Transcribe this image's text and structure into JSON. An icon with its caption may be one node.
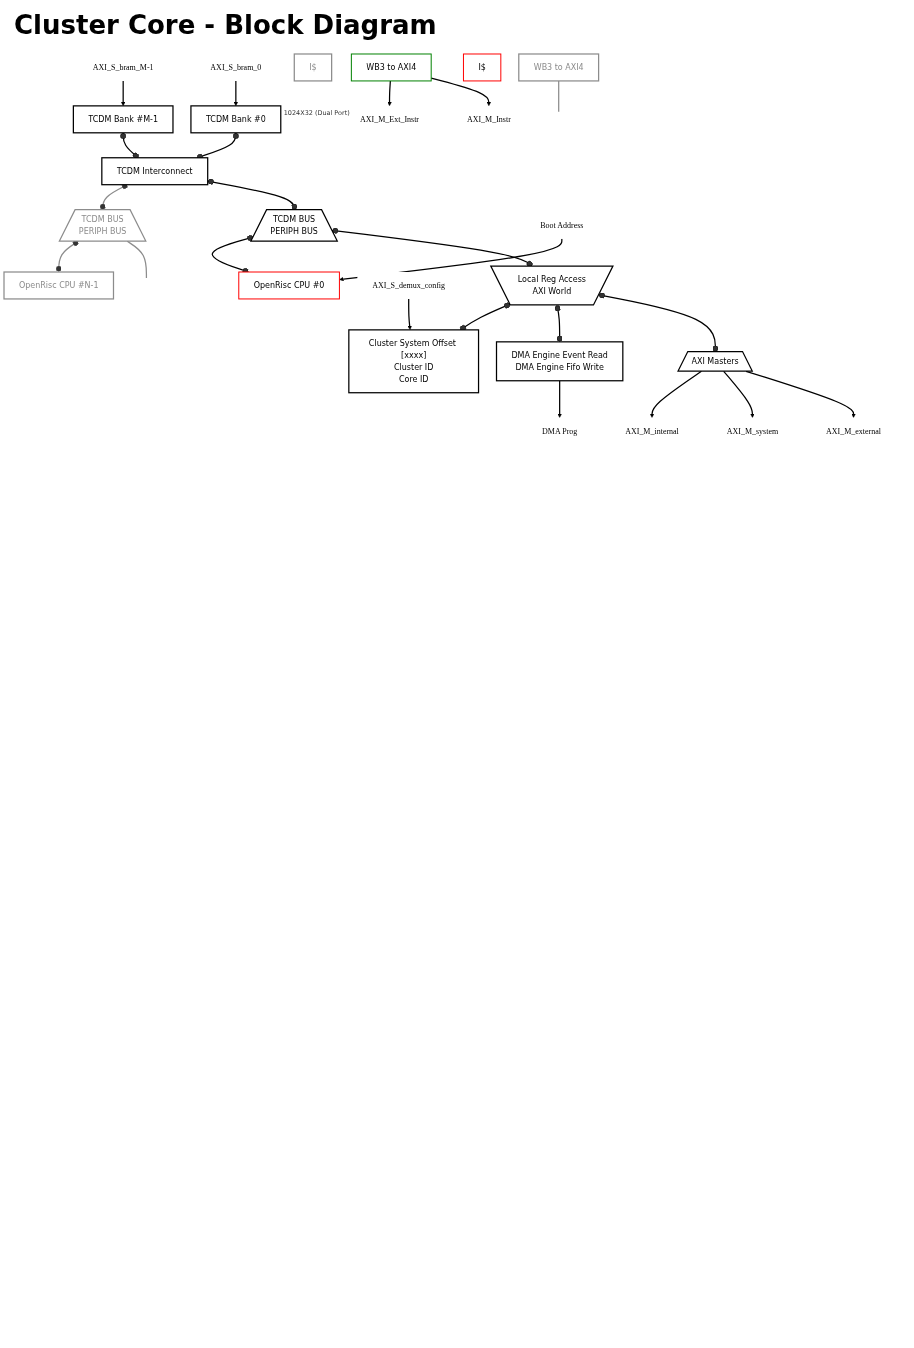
{
  "diagram": {
    "title": "Cluster Core - Block Diagram",
    "nodes": [
      {
        "text": [
          "TCDM Interconnect"
        ]
      },
      {
        "text": [
          "TCDM Bank #M-1"
        ]
      },
      {
        "text": [
          "TCDM Bank #0"
        ],
        "beside": [
          "1024X32 (Dual Port)"
        ]
      },
      {
        "text": [
          "AXI_S_bram_M-1"
        ]
      },
      {
        "text": [
          "AXI_S_bram_0"
        ]
      },
      {
        "text": [
          "TCDM BUS",
          "PERIPH BUS"
        ]
      },
      {
        "text": [
          "OpenRisc CPU #N-1"
        ]
      },
      {
        "text": [
          "I$"
        ]
      },
      {
        "text": [
          "WB3 to AXI4"
        ]
      },
      {
        "text": [
          "TCDM BUS",
          "PERIPH BUS"
        ]
      },
      {
        "text": [
          "OpenRisc CPU #0"
        ]
      },
      {
        "text": [
          "I$"
        ]
      },
      {
        "text": [
          "WB3 to AXI4"
        ]
      },
      {
        "text": [
          "Local Reg Access",
          "AXI World"
        ]
      },
      {
        "text": [
          "Cluster System Offset [xxxx]",
          "Cluster ID",
          "Core ID"
        ]
      },
      {
        "text": [
          "DMA Engine Event Read",
          "DMA Engine Fifo Write"
        ]
      },
      {
        "text": [
          "AXI Masters"
        ]
      },
      {
        "text": [
          "AXI_S_demux_config"
        ]
      },
      {
        "text": [
          "DMA Prog"
        ]
      },
      {
        "text": [
          "AXI_M_internal"
        ]
      },
      {
        "text": [
          "AXI_M_system"
        ]
      },
      {
        "text": [
          "AXI_M_external"
        ]
      },
      {
        "text": [
          "Boot Address"
        ]
      },
      {
        "text": [
          "AXI_M_Ext_Instr"
        ]
      },
      {
        "text": [
          "AXI_M_Instr"
        ]
      }
    ],
    "edges": [
      {
        "from": 3,
        "to": 1,
        "arrow": "to"
      },
      {
        "from": 4,
        "to": 2,
        "arrow": "to"
      },
      {
        "from": 1,
        "to": 0,
        "arrow": "other"
      },
      {
        "from": 2,
        "to": 0,
        "arrow": "other"
      },
      {
        "from": 0,
        "to": 5,
        "arrow": "other",
        "color": "#8c8c8c"
      },
      {
        "from": 5,
        "to": 6,
        "arrow": "other",
        "color": "#8c8c8c"
      },
      {
        "from": 5,
        "to": null,
        "arrow": "none",
        "color": "#8c8c8c"
      },
      {
        "from": 8,
        "to": null,
        "arrow": "none",
        "color": "#8c8c8c"
      },
      {
        "from": 0,
        "to": 9,
        "arrow": "other"
      },
      {
        "from": 9,
        "to": 10,
        "arrow": "other"
      },
      {
        "from": 9,
        "to": 13,
        "arrow": "other"
      },
      {
        "from": 13,
        "to": 14,
        "arrow": "other"
      },
      {
        "from": 13,
        "to": 15,
        "arrow": "other"
      },
      {
        "from": 13,
        "to": 16,
        "arrow": "other"
      },
      {
        "from": 17,
        "to": 14,
        "arrow": "to"
      },
      {
        "from": 15,
        "to": 18,
        "arrow": "to"
      },
      {
        "from": 16,
        "to": 19,
        "arrow": "to"
      },
      {
        "from": 16,
        "to": 20,
        "arrow": "to"
      },
      {
        "from": 16,
        "to": 21,
        "arrow": "to"
      },
      {
        "from": 22,
        "to": 10,
        "arrow": "to"
      },
      {
        "from": 12,
        "to": 23,
        "arrow": "to"
      },
      {
        "from": 12,
        "to": 24,
        "arrow": "to"
      }
    ]
  }
}
